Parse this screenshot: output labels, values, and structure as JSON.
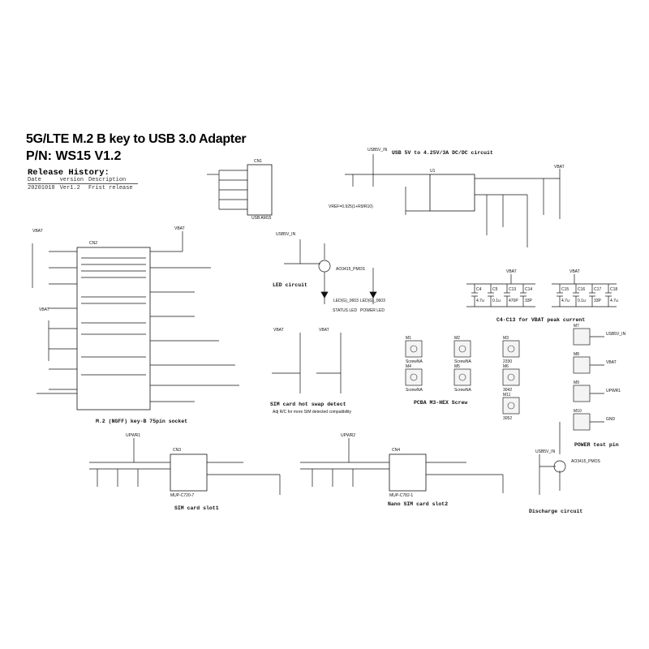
{
  "title": "5G/LTE M.2 B key to USB 3.0 Adapter",
  "part_number": "P/N: WS15 V1.2",
  "release_history": {
    "heading": "Release History:",
    "columns": [
      "Date",
      "version",
      "Description"
    ],
    "rows": [
      [
        "20201018",
        "Ver1.2",
        "Frist release"
      ]
    ]
  },
  "sections": {
    "m2_socket": "M.2 (NGFF) key-B 75pin socket",
    "dcdc": "USB 5V to 4.25V/3A DC/DC circuit",
    "led": "LED circuit",
    "vbat_caps": "C4-C13 for VBAT peak current",
    "screws": "PCBA M3-HEX Screw",
    "sim_detect": "SIM card hot swap detect",
    "power_pin": "POWER test pin",
    "sim1": "SIM card slot1",
    "sim2": "Nano SIM card slot2",
    "discharge": "Discharge circuit"
  },
  "labels": {
    "cn2": "CN2",
    "cn1": "CN1",
    "u1": "U1",
    "cn3": "CN3",
    "cn4": "CN4",
    "vbat": "VBAT",
    "usb5v": "USB5V_IN",
    "upwr1": "UPWR1",
    "upwr2": "UPWR2",
    "q1": "AO3415_PMOS",
    "q2": "AO3415_PMOS",
    "usb_conn": "USB AM15",
    "sim1_part": "MUP-C720-7",
    "sim2_part": "MUP-C782-1",
    "d1": "LED(G)_0603",
    "d2": "LED(G)_0603",
    "sim_note": "Adj R/C for more SIM detected compatibility",
    "vref_note": "VREF=0.925(1+R9/R10)",
    "led_status": "STATUS LED",
    "led_power": "POWER LED"
  },
  "screws": [
    {
      "ref": "M1",
      "value": "ScrewNA"
    },
    {
      "ref": "M2",
      "value": "ScrewNA"
    },
    {
      "ref": "M3",
      "value": "2330"
    },
    {
      "ref": "M4",
      "value": "ScrewNA"
    },
    {
      "ref": "M5",
      "value": "ScrewNA"
    },
    {
      "ref": "M6",
      "value": "3042"
    },
    {
      "ref": "M11",
      "value": "3052"
    }
  ],
  "power_pins": [
    {
      "ref": "M7",
      "net": "USB5V_IN"
    },
    {
      "ref": "M8",
      "net": "VBAT"
    },
    {
      "ref": "M9",
      "net": "UPWR1"
    },
    {
      "ref": "M10",
      "net": "GND"
    }
  ],
  "vbat_caps": [
    {
      "ref": "C4",
      "value": "4.7u"
    },
    {
      "ref": "C5",
      "value": "0.1u"
    },
    {
      "ref": "C13",
      "value": "470P"
    },
    {
      "ref": "C14",
      "value": "33P"
    },
    {
      "ref": "C15",
      "value": "4.7u"
    },
    {
      "ref": "C16",
      "value": "0.1u"
    },
    {
      "ref": "C17",
      "value": "33P"
    },
    {
      "ref": "C18",
      "value": "4.7u"
    }
  ]
}
